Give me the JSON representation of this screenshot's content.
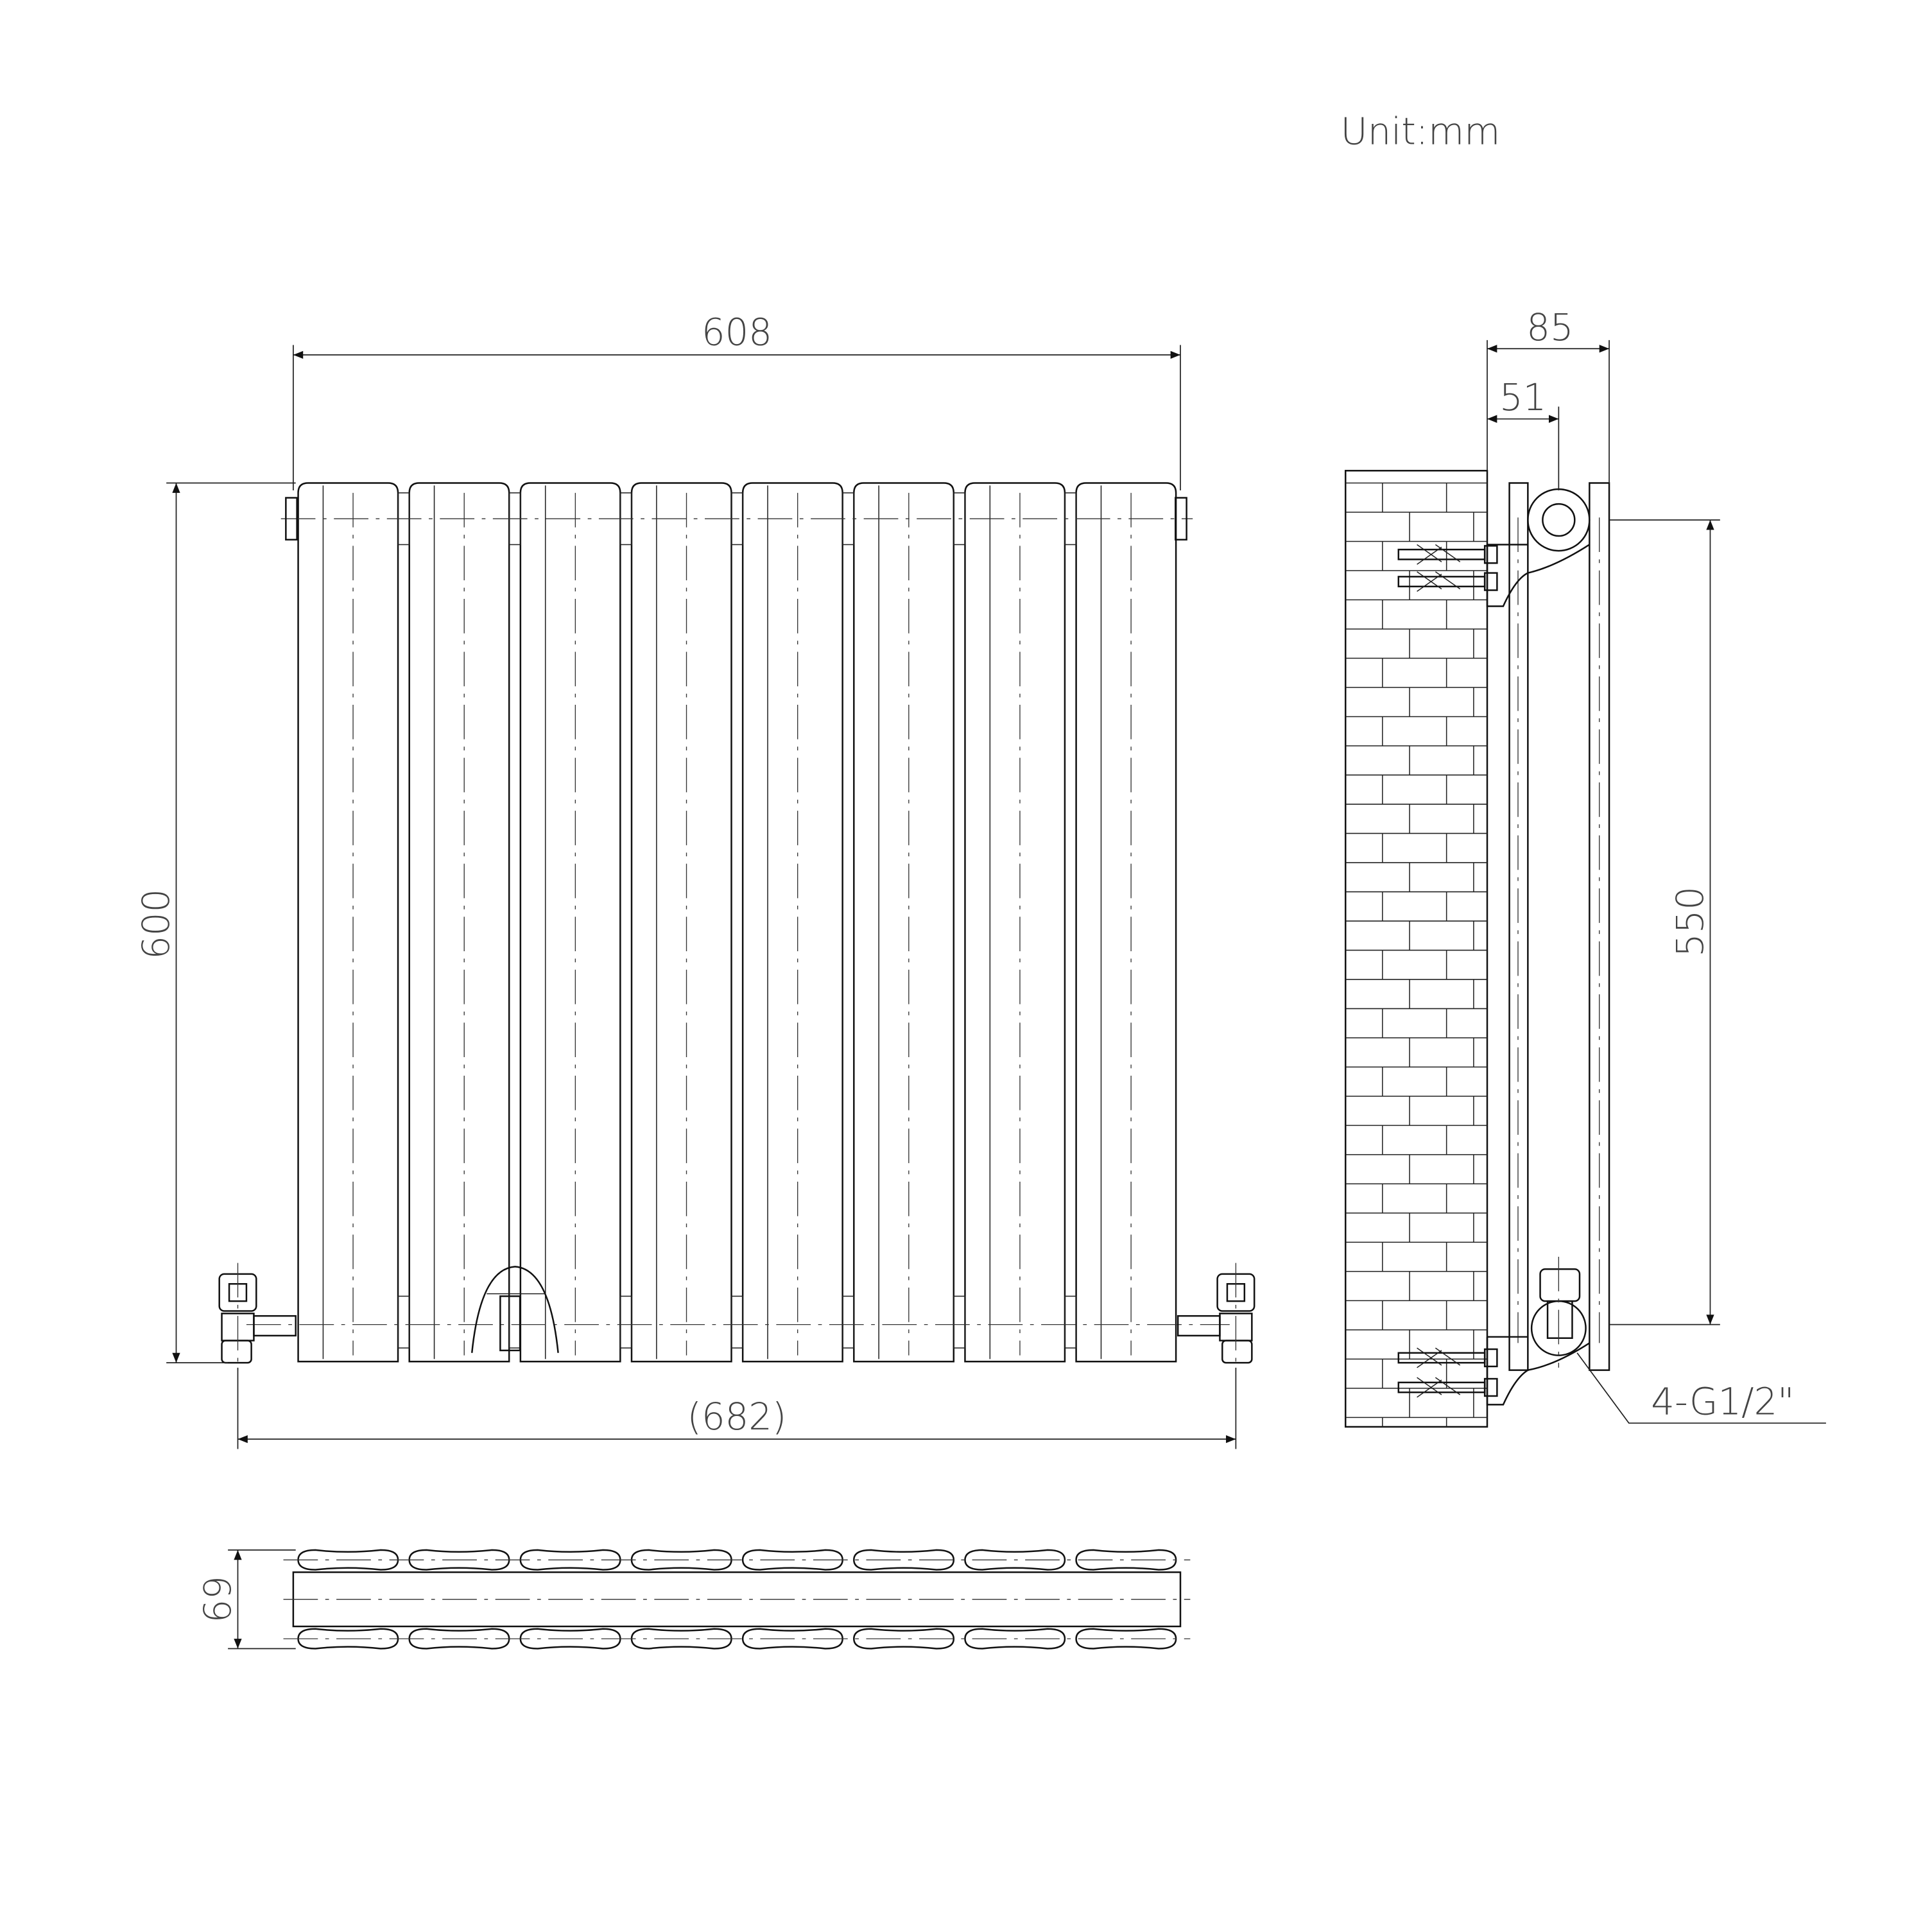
{
  "unit_label": "Unit:mm",
  "front_view": {
    "width_label": "608",
    "height_label": "600",
    "overall_width_label": "(682)",
    "column_count": 8
  },
  "side_view": {
    "depth_label": "85",
    "wall_offset_label": "51",
    "pipe_centers_label": "550",
    "connection_label": "4-G1/2\""
  },
  "top_view": {
    "depth_label": "69"
  },
  "colors": {
    "line": "#111111",
    "text": "#444444",
    "background": "#ffffff"
  }
}
